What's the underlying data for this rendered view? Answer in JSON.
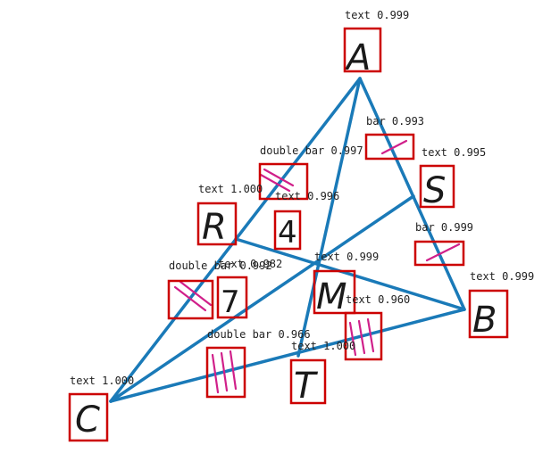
{
  "colors": {
    "segment": "#1a7ab8",
    "tick_marks": "#d0208a",
    "detection_box": "#cc0000",
    "label_text": "#1a1a1a"
  },
  "points": {
    "A": "A",
    "B": "B",
    "C": "C",
    "R": "R",
    "S": "S",
    "T": "T",
    "M": "M"
  },
  "numbers": {
    "four": "4",
    "seven": "7"
  },
  "detections": {
    "A": "text 0.999",
    "bar_top": "bar 0.993",
    "double_bar_top": "double bar 0.997",
    "S": "text 0.995",
    "R": "text 1.000",
    "four": "text 0.996",
    "bar_right": "bar 0.999",
    "double_bar_left": "double bar 0.992",
    "seven": "text 0.982",
    "M": "text 0.999",
    "B": "text 0.999",
    "double_bar_lower_right": "text 0.960",
    "double_bar_bottom": "double bar 0.966",
    "T": "text 1.000",
    "C": "text 1.000"
  }
}
